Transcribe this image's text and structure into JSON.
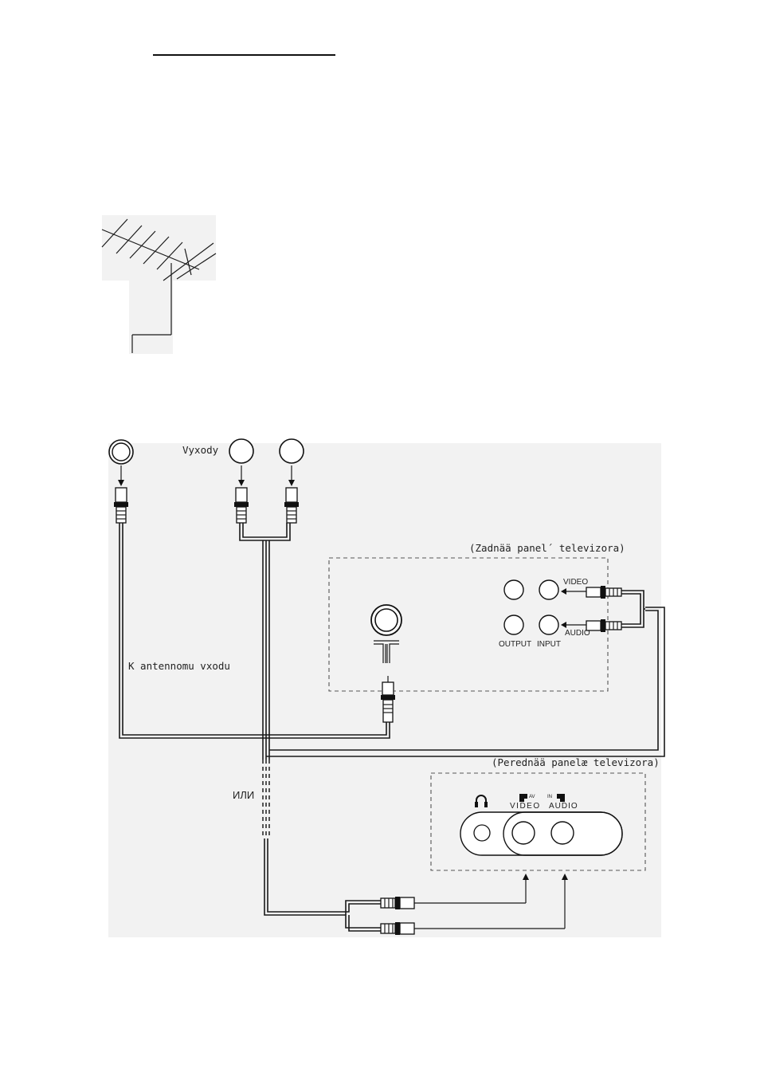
{
  "diagram": {
    "outputs_label": "Vyxody",
    "antenna_input_label": "K antennomu vxodu",
    "rear_panel_label": "(Zadnää panel´ televizora)",
    "front_panel_label": "(Perednää panelæ televizora)",
    "or_label": "ИЛИ",
    "rear_video_label": "VIDEO",
    "rear_audio_label": "AUDIO",
    "rear_output_label": "OUTPUT",
    "rear_input_label": "INPUT",
    "front_video_label": "VIDEO",
    "front_audio_label": "AUDIO",
    "front_av_label": "AV",
    "front_in_label": "IN"
  }
}
